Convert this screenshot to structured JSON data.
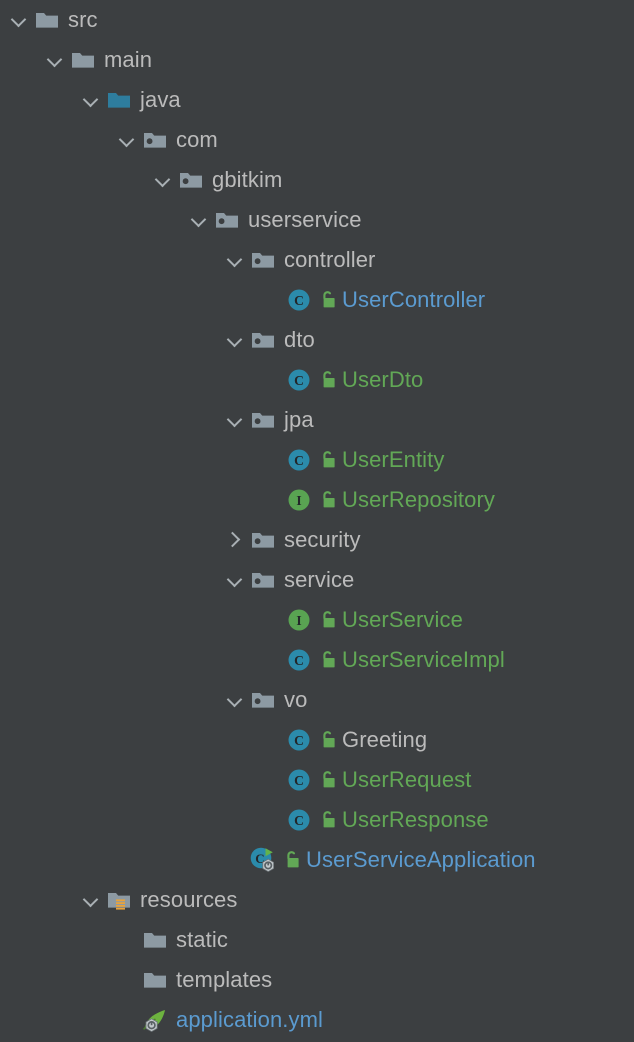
{
  "theme": {
    "background": "#3c3f41",
    "text_default": "#bbbbbb",
    "text_added": "#62a856",
    "text_modified": "#5b9bd0",
    "folder_gray": "#8d9aa3",
    "folder_source_root": "#2e7d9e",
    "class_icon": "#2b8bab",
    "interface_icon": "#59a352",
    "lock_green": "#62a856",
    "resource_stripe": "#e8a33d"
  },
  "tree": {
    "name": "project-file-tree",
    "rows": [
      {
        "label": "src",
        "depth": 0,
        "twisty": "expanded",
        "icon": "folder",
        "lock": false,
        "color": "c-gray"
      },
      {
        "label": "main",
        "depth": 1,
        "twisty": "expanded",
        "icon": "folder",
        "lock": false,
        "color": "c-gray"
      },
      {
        "label": "java",
        "depth": 2,
        "twisty": "expanded",
        "icon": "folder-source",
        "lock": false,
        "color": "c-gray"
      },
      {
        "label": "com",
        "depth": 3,
        "twisty": "expanded",
        "icon": "package",
        "lock": false,
        "color": "c-gray"
      },
      {
        "label": "gbitkim",
        "depth": 4,
        "twisty": "expanded",
        "icon": "package",
        "lock": false,
        "color": "c-gray"
      },
      {
        "label": "userservice",
        "depth": 5,
        "twisty": "expanded",
        "icon": "package",
        "lock": false,
        "color": "c-gray"
      },
      {
        "label": "controller",
        "depth": 6,
        "twisty": "expanded",
        "icon": "package",
        "lock": false,
        "color": "c-gray"
      },
      {
        "label": "UserController",
        "depth": 7,
        "twisty": "none",
        "icon": "class",
        "lock": true,
        "color": "c-blue"
      },
      {
        "label": "dto",
        "depth": 6,
        "twisty": "expanded",
        "icon": "package",
        "lock": false,
        "color": "c-gray"
      },
      {
        "label": "UserDto",
        "depth": 7,
        "twisty": "none",
        "icon": "class",
        "lock": true,
        "color": "c-green"
      },
      {
        "label": "jpa",
        "depth": 6,
        "twisty": "expanded",
        "icon": "package",
        "lock": false,
        "color": "c-gray"
      },
      {
        "label": "UserEntity",
        "depth": 7,
        "twisty": "none",
        "icon": "class",
        "lock": true,
        "color": "c-green"
      },
      {
        "label": "UserRepository",
        "depth": 7,
        "twisty": "none",
        "icon": "interface",
        "lock": true,
        "color": "c-green"
      },
      {
        "label": "security",
        "depth": 6,
        "twisty": "collapsed",
        "icon": "package",
        "lock": false,
        "color": "c-gray"
      },
      {
        "label": "service",
        "depth": 6,
        "twisty": "expanded",
        "icon": "package",
        "lock": false,
        "color": "c-gray"
      },
      {
        "label": "UserService",
        "depth": 7,
        "twisty": "none",
        "icon": "interface",
        "lock": true,
        "color": "c-green"
      },
      {
        "label": "UserServiceImpl",
        "depth": 7,
        "twisty": "none",
        "icon": "class",
        "lock": true,
        "color": "c-green"
      },
      {
        "label": "vo",
        "depth": 6,
        "twisty": "expanded",
        "icon": "package",
        "lock": false,
        "color": "c-gray"
      },
      {
        "label": "Greeting",
        "depth": 7,
        "twisty": "none",
        "icon": "class",
        "lock": true,
        "color": "c-gray"
      },
      {
        "label": "UserRequest",
        "depth": 7,
        "twisty": "none",
        "icon": "class",
        "lock": true,
        "color": "c-green"
      },
      {
        "label": "UserResponse",
        "depth": 7,
        "twisty": "none",
        "icon": "class",
        "lock": true,
        "color": "c-green"
      },
      {
        "label": "UserServiceApplication",
        "depth": 6,
        "twisty": "none",
        "icon": "spring-boot-app",
        "lock": true,
        "color": "c-blue"
      },
      {
        "label": "resources",
        "depth": 2,
        "twisty": "expanded",
        "icon": "folder-resource",
        "lock": false,
        "color": "c-gray"
      },
      {
        "label": "static",
        "depth": 3,
        "twisty": "none",
        "icon": "folder",
        "lock": false,
        "color": "c-gray"
      },
      {
        "label": "templates",
        "depth": 3,
        "twisty": "none",
        "icon": "folder",
        "lock": false,
        "color": "c-gray"
      },
      {
        "label": "application.yml",
        "depth": 3,
        "twisty": "none",
        "icon": "spring-leaf",
        "lock": false,
        "color": "c-blue"
      }
    ]
  },
  "icon_names": {
    "folder": "folder-icon",
    "folder-source": "source-root-folder-icon",
    "folder-resource": "resource-root-folder-icon",
    "package": "package-folder-icon",
    "class": "java-class-icon",
    "interface": "java-interface-icon",
    "spring-boot-app": "spring-boot-application-icon",
    "spring-leaf": "spring-config-file-icon",
    "lock": "unlocked-padlock-icon",
    "expanded": "chevron-down-icon",
    "collapsed": "chevron-right-icon"
  }
}
